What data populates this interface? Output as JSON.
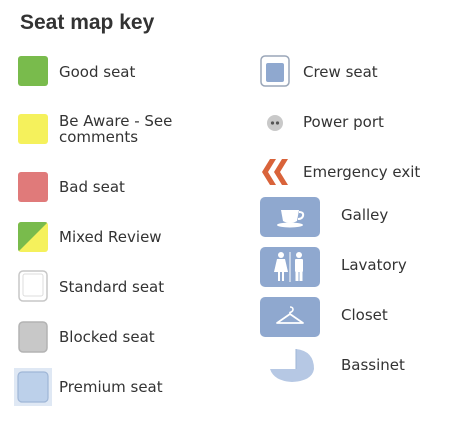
{
  "title": "Seat map key",
  "left_items": [
    {
      "label": "Good seat",
      "icon": "green-square-icon"
    },
    {
      "label": "Be Aware - See\ncomments",
      "icon": "yellow-square-icon"
    },
    {
      "label": "Bad seat",
      "icon": "red-square-icon"
    },
    {
      "label": "Mixed Review",
      "icon": "green-yellow-split-square-icon"
    },
    {
      "label": "Standard seat",
      "icon": "white-seat-icon"
    },
    {
      "label": "Blocked seat",
      "icon": "gray-square-icon"
    },
    {
      "label": "Premium seat",
      "icon": "light-blue-seat-icon"
    }
  ],
  "right_items": [
    {
      "label": "Crew seat",
      "icon": "crew-seat-icon"
    },
    {
      "label": "Power port",
      "icon": "power-port-icon"
    },
    {
      "label": "Emergency exit",
      "icon": "emergency-exit-chevrons-icon"
    },
    {
      "label": "Galley",
      "icon": "cup-and-saucer-icon"
    },
    {
      "label": "Lavatory",
      "icon": "man-woman-restroom-icon"
    },
    {
      "label": "Closet",
      "icon": "hanger-icon"
    },
    {
      "label": "Bassinet",
      "icon": "bassinet-icon"
    }
  ],
  "colors": {
    "good": "#79bb4c",
    "aware": "#f5f15c",
    "bad": "#e07a7a",
    "blocked": "#c8c8c8",
    "premium": "#bcd0ea",
    "facility": "#8fa8cf",
    "exit": "#d9633a"
  }
}
